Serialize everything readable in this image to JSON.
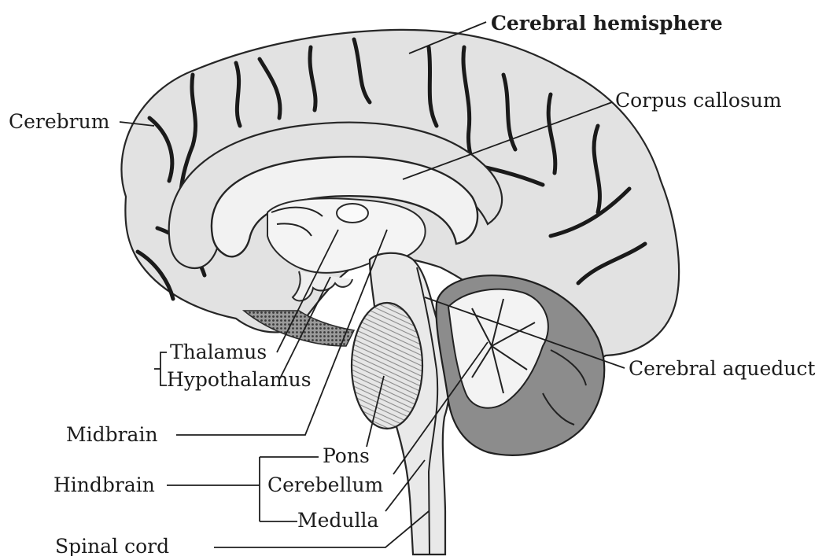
{
  "labels": {
    "cerebral_hemisphere": "Cerebral hemisphere",
    "corpus_callosum": "Corpus callosum",
    "cerebrum": "Cerebrum",
    "thalamus": "Thalamus",
    "hypothalamus": "Hypothalamus",
    "cerebral_aqueduct": "Cerebral aqueduct",
    "midbrain": "Midbrain",
    "pons": "Pons",
    "cerebellum": "Cerebellum",
    "hindbrain": "Hindbrain",
    "medulla": "Medulla",
    "spinal_cord": "Spinal cord"
  },
  "colors": {
    "ink": "#1c1c1c",
    "cortex": "#e2e2e2",
    "paper": "#ffffff"
  }
}
